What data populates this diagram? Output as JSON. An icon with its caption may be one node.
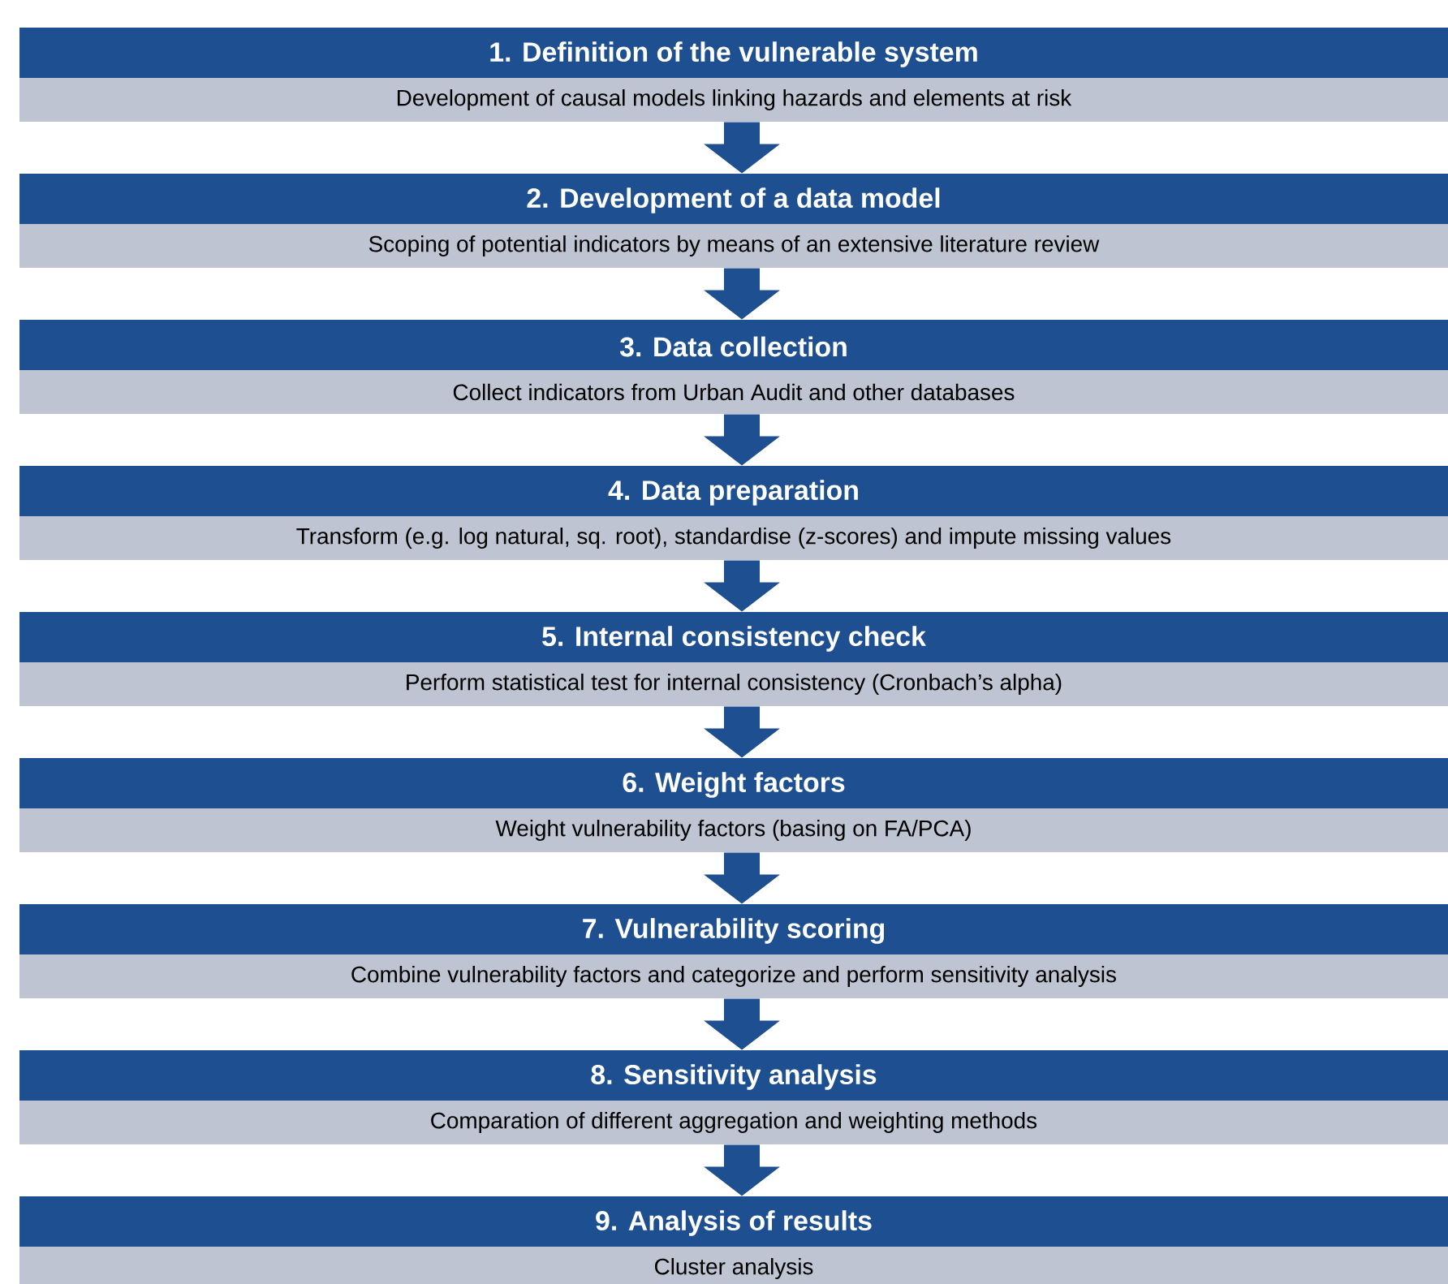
{
  "diagram": {
    "nodes": [
      {
        "text": [
          "1. Definition of the vulnerable system",
          "Development of causal models linking hazards and elements at risk"
        ]
      },
      {
        "text": [
          "2. Development of a data model",
          "Scoping of potential indicators by means of an extensive literature review"
        ]
      },
      {
        "text": [
          "3. Data collection",
          "Collect indicators from Urban Audit and other databases"
        ]
      },
      {
        "text": [
          "4. Data preparation",
          "Transform (e.g. log natural, sq. root), standardise (z-scores) and impute missing values"
        ]
      },
      {
        "text": [
          "5. Internal consistency check",
          "Perform statistical test for internal consistency (Cronbach’s alpha)"
        ]
      },
      {
        "text": [
          "6. Weight factors",
          "Weight vulnerability factors (basing on FA/PCA)"
        ]
      },
      {
        "text": [
          "7. Vulnerability scoring",
          "Combine  vulnerability factors and categorize and perform sensitivity analysis"
        ]
      },
      {
        "text": [
          "8. Sensitivity analysis",
          "Comparation of different aggregation and weighting methods"
        ]
      },
      {
        "text": [
          "9. Analysis of results",
          "Cluster analysis"
        ]
      }
    ],
    "edges": [
      {
        "from": 0,
        "to": 1,
        "arrow": "to"
      },
      {
        "from": 1,
        "to": 2,
        "arrow": "to"
      },
      {
        "from": 2,
        "to": 3,
        "arrow": "to"
      },
      {
        "from": 3,
        "to": 4,
        "arrow": "to"
      },
      {
        "from": 4,
        "to": 5,
        "arrow": "to"
      },
      {
        "from": 5,
        "to": 6,
        "arrow": "to"
      },
      {
        "from": 6,
        "to": 7,
        "arrow": "to"
      },
      {
        "from": 7,
        "to": 8,
        "arrow": "to"
      }
    ]
  }
}
